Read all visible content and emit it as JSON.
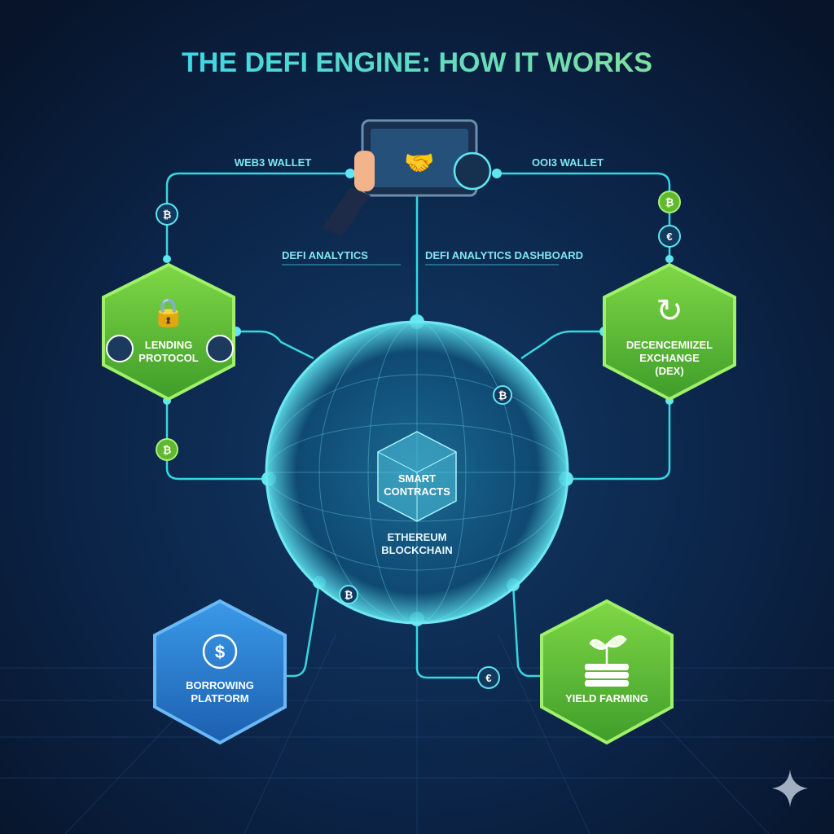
{
  "title": "THE DEFI ENGINE: HOW IT WORKS",
  "wallets": {
    "left": "WEB3 WALLET",
    "right": "OOI3 WALLET"
  },
  "analytics": {
    "left": "DEFI ANALYTICS",
    "right": "DEFI ANALYTICS DASHBOARD"
  },
  "core": {
    "cube_line1": "SMART",
    "cube_line2": "CONTRACTS",
    "chain_line1": "ETHEREUM",
    "chain_line2": "BLOCKCHAIN"
  },
  "nodes": {
    "lending": {
      "line1": "LENDING",
      "line2": "PROTOCOL"
    },
    "dex": {
      "line1": "DECENCEMIIZEL",
      "line2": "EXCHANGE",
      "line3": "(DEX)"
    },
    "borrowing": {
      "line1": "BORROWING",
      "line2": "PLATFORM"
    },
    "yield": {
      "line1": "YIELD FARMING"
    }
  },
  "coins": {
    "btc": "₿",
    "eur": "€",
    "dollar": "$"
  },
  "colors": {
    "cyan": "#38d6e0",
    "green": "#6bd13a",
    "blue": "#2f8fe0",
    "bg": "#0a1a33"
  }
}
